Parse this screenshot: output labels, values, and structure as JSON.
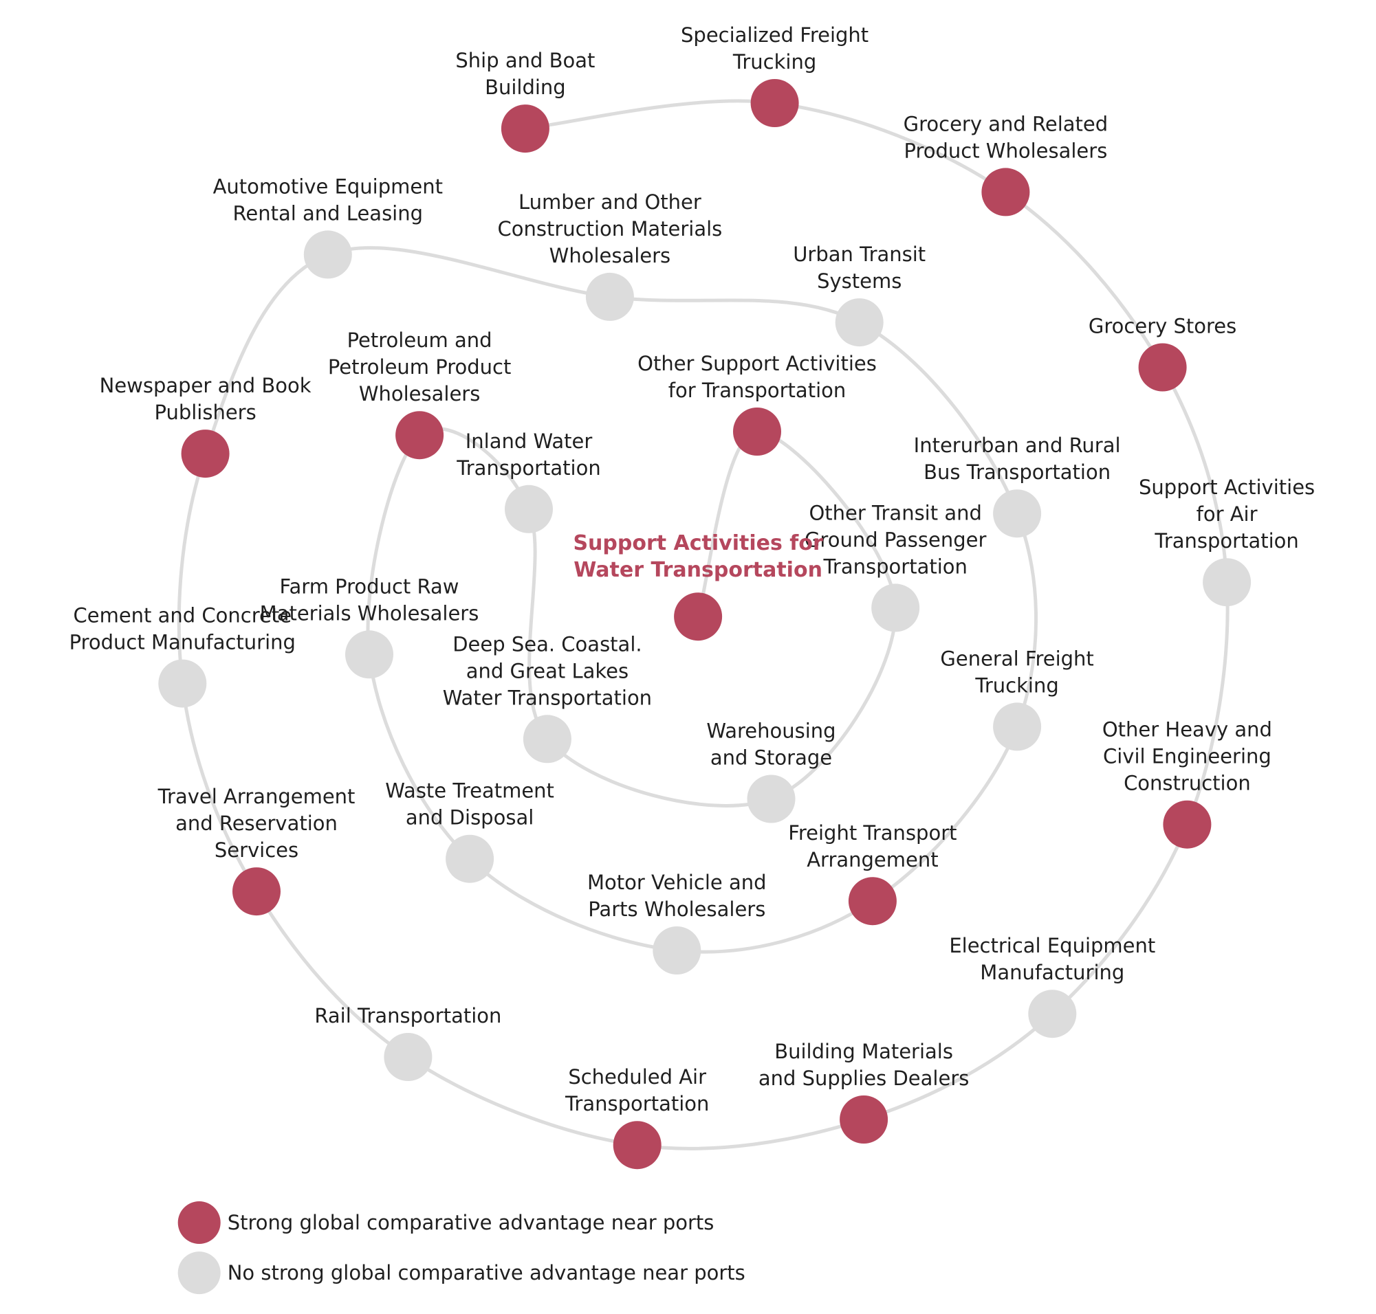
{
  "colors": {
    "strong": "#b5475d",
    "weak": "#dcdcdc",
    "path": "#dcdcdc",
    "text": "#1f1f1f"
  },
  "center": {
    "lines": [
      "Support Activities for",
      "Water Transportation"
    ],
    "advantage": "strong"
  },
  "nodes": [
    {
      "lines": [
        "Other Support Activities",
        "for Transportation"
      ],
      "advantage": "strong"
    },
    {
      "lines": [
        "Other Transit and",
        "Ground Passenger",
        "Transportation"
      ],
      "advantage": "weak"
    },
    {
      "lines": [
        "Warehousing",
        "and Storage"
      ],
      "advantage": "weak"
    },
    {
      "lines": [
        "Deep Sea. Coastal.",
        "and Great Lakes",
        "Water Transportation"
      ],
      "advantage": "weak"
    },
    {
      "lines": [
        "Inland Water",
        "Transportation"
      ],
      "advantage": "weak"
    },
    {
      "lines": [
        "Petroleum and",
        "Petroleum Product",
        "Wholesalers"
      ],
      "advantage": "strong"
    },
    {
      "lines": [
        "Farm Product Raw",
        "Materials Wholesalers"
      ],
      "advantage": "weak"
    },
    {
      "lines": [
        "Waste Treatment",
        "and Disposal"
      ],
      "advantage": "weak"
    },
    {
      "lines": [
        "Motor Vehicle and",
        "Parts Wholesalers"
      ],
      "advantage": "weak"
    },
    {
      "lines": [
        "Freight Transport",
        "Arrangement"
      ],
      "advantage": "strong"
    },
    {
      "lines": [
        "General Freight",
        "Trucking"
      ],
      "advantage": "weak"
    },
    {
      "lines": [
        "Interurban and Rural",
        "Bus Transportation"
      ],
      "advantage": "weak"
    },
    {
      "lines": [
        "Urban Transit",
        "Systems"
      ],
      "advantage": "weak"
    },
    {
      "lines": [
        "Lumber and Other",
        "Construction Materials",
        "Wholesalers"
      ],
      "advantage": "weak"
    },
    {
      "lines": [
        "Automotive Equipment",
        "Rental and Leasing"
      ],
      "advantage": "weak"
    },
    {
      "lines": [
        "Newspaper and Book",
        "Publishers"
      ],
      "advantage": "strong"
    },
    {
      "lines": [
        "Cement and Concrete",
        "Product Manufacturing"
      ],
      "advantage": "weak"
    },
    {
      "lines": [
        "Travel Arrangement",
        "and Reservation",
        "Services"
      ],
      "advantage": "strong"
    },
    {
      "lines": [
        "Rail Transportation"
      ],
      "advantage": "weak"
    },
    {
      "lines": [
        "Scheduled Air",
        "Transportation"
      ],
      "advantage": "strong"
    },
    {
      "lines": [
        "Building Materials",
        "and Supplies Dealers"
      ],
      "advantage": "strong"
    },
    {
      "lines": [
        "Electrical Equipment",
        "Manufacturing"
      ],
      "advantage": "weak"
    },
    {
      "lines": [
        "Other Heavy and",
        "Civil Engineering",
        "Construction"
      ],
      "advantage": "strong"
    },
    {
      "lines": [
        "Support Activities",
        "for Air",
        "Transportation"
      ],
      "advantage": "weak"
    },
    {
      "lines": [
        "Grocery Stores"
      ],
      "advantage": "strong"
    },
    {
      "lines": [
        "Grocery and Related",
        "Product Wholesalers"
      ],
      "advantage": "strong"
    },
    {
      "lines": [
        "Specialized Freight",
        "Trucking"
      ],
      "advantage": "strong"
    },
    {
      "lines": [
        "Ship and Boat",
        "Building"
      ],
      "advantage": "strong"
    }
  ],
  "legend": [
    {
      "label": "Strong global comparative advantage near ports",
      "advantage": "strong"
    },
    {
      "label": "No strong global comparative advantage near ports",
      "advantage": "weak"
    }
  ]
}
